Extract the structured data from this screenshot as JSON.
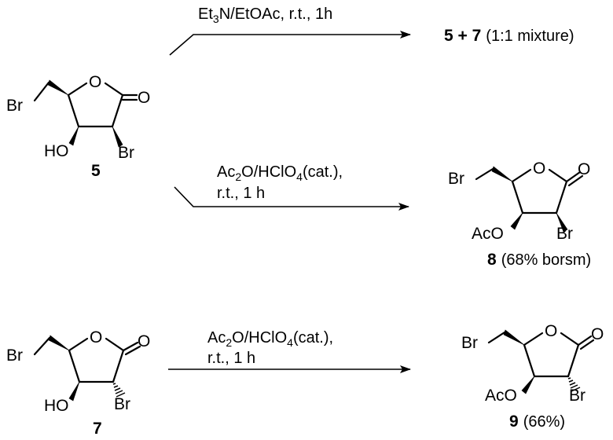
{
  "reactions": [
    {
      "conditions": [
        "Et3N/EtOAc, r.t., 1h"
      ],
      "product_label": "5 + 7",
      "product_note": "(1:1 mixture)"
    },
    {
      "conditions": [
        "Ac2O/HClO4(cat.),",
        "r.t., 1 h"
      ],
      "product_label": "8",
      "product_note": "(68% borsm)"
    },
    {
      "conditions": [
        "Ac2O/HClO4(cat.),",
        "r.t., 1 h"
      ],
      "product_label": "9",
      "product_note": "(66%)"
    }
  ],
  "compounds": {
    "c5": {
      "label": "5",
      "atoms": [
        "O",
        "O",
        "Br",
        "HO",
        "Br"
      ]
    },
    "c7": {
      "label": "7",
      "atoms": [
        "O",
        "O",
        "Br",
        "HO",
        "Br"
      ]
    },
    "c8": {
      "label": "8",
      "atoms": [
        "O",
        "O",
        "Br",
        "AcO",
        "Br"
      ]
    },
    "c9": {
      "label": "9",
      "atoms": [
        "O",
        "O",
        "Br",
        "AcO",
        "Br"
      ]
    }
  },
  "subscripts": {
    "et3n": {
      "pre": "Et",
      "sub": "3",
      "post": "N/EtOAc, r.t., 1h"
    },
    "ac2o": {
      "pre": "Ac",
      "sub1": "2",
      "mid": "O/HClO",
      "sub2": "4",
      "post": "(cat.),"
    }
  }
}
